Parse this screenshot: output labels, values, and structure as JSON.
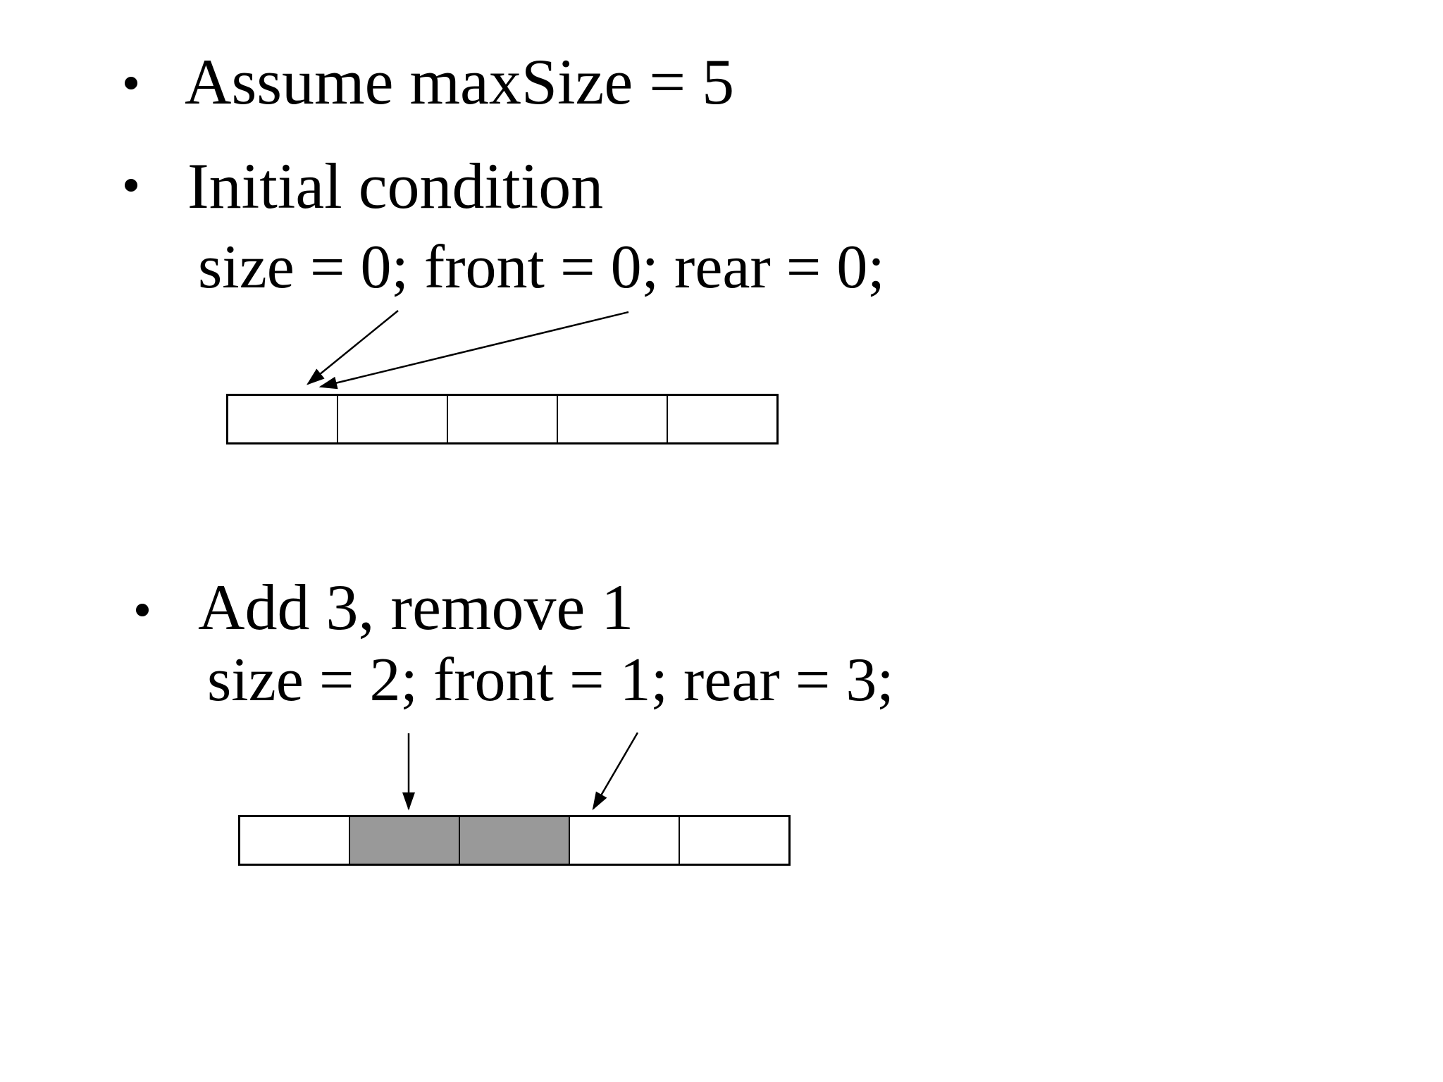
{
  "colors": {
    "background": "#ffffff",
    "text": "#000000",
    "line": "#000000",
    "cell_border": "#000000",
    "cell_empty": "#ffffff",
    "cell_filled": "#999999"
  },
  "initial_section": {
    "bullet_assume": "Assume maxSize = 5",
    "bullet_condition": "Initial condition",
    "state_line": "size = 0; front = 0; rear = 0;",
    "array": {
      "cells": [
        false,
        false,
        false,
        false,
        false
      ]
    }
  },
  "after_section": {
    "bullet_operation": "Add 3, remove 1",
    "state_line": "size = 2; front = 1; rear = 3;",
    "array": {
      "cells": [
        false,
        true,
        true,
        false,
        false
      ]
    }
  }
}
